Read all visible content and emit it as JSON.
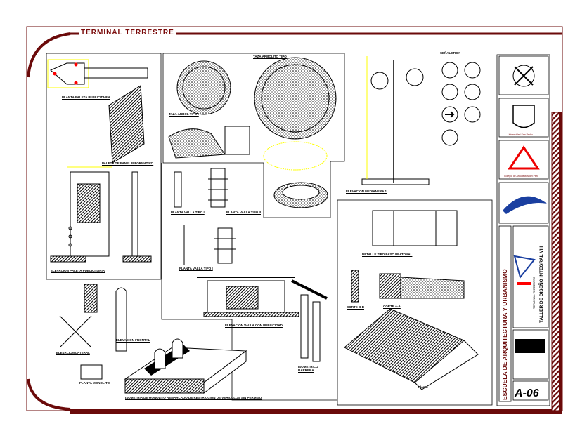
{
  "sheet_title": "TERMINAL TERRESTRE",
  "labels": {
    "planta_paleta": "PLANTA PALETA PUBLICITARIA",
    "paleta_panel": "PALETA DE PANEL INFORMATIVO",
    "elevacion_paleta": "ELEVACION PALETA PUBLICITARIA",
    "taza_arbolito": "TAZA ARBOLITO TIPO",
    "taza_arbol": "TAZA ARBOL TIPO I",
    "elevacion_medianera": "ELEVACION MEDIANERA 1",
    "senaletica": "SEÑALETICA",
    "planta_valla_1": "PLANTA VALLA TIPO I",
    "planta_valla_2": "PLANTA VALLA TIPO II",
    "planta_valla_3": "PLANTA VALLA TIPO I",
    "detalle_paso": "DETALLE TIPO PASO PEATONAL",
    "corte_bb": "CORTE B-B",
    "corte_aa": "CORTE A-A",
    "elevacion_lateral": "ELEVACION LATERAL",
    "elevacion_frontal": "ELEVACION FRONTAL",
    "planta_monolito": "PLANTA MONOLITO",
    "isometria_monolito": "ISOMETRIA DE MONOLITO REMARCADO DE RESTRICCION DE VEHICULOS SIN PERMISO",
    "elevacion_valla": "ELEVACION VALLA CON PUBLICIDAD",
    "isometrico_barrera": "ISOMETRICO BARRERA",
    "planta": "Planta"
  },
  "title_block": {
    "school": "ESCUELA DE ARQUITECTURA Y URBANISMO",
    "course": "TALLER DE DISEÑO INTEGRAL VIII",
    "project": "TERMINAL TERRESTRE",
    "university": "Universidad San Pedro",
    "college": "Colegio de Arquitectos del Perú",
    "sheet_number": "A-06"
  },
  "colors": {
    "frame": "#6b0a0a",
    "accent_yellow": "#ffff00",
    "accent_red": "#ff0000",
    "accent_green": "#00cc00",
    "accent_magenta": "#e000e0"
  }
}
